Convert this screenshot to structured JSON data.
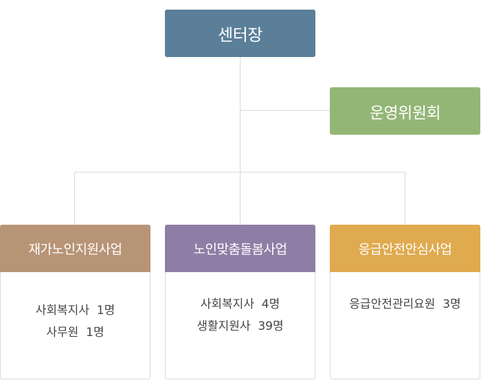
{
  "org": {
    "head": "센터장",
    "committee": "운영위원회",
    "departments": [
      {
        "title": "재가노인지원사업",
        "color": "#b89477",
        "staff": [
          "사회복지사  1명",
          "사무원  1명"
        ]
      },
      {
        "title": "노인맞춤돌봄사업",
        "color": "#8e7ea6",
        "staff": [
          "사회복지사  4명",
          "생활지원사  39명"
        ]
      },
      {
        "title": "응급안전안심사업",
        "color": "#e0aa4f",
        "staff": [
          "응급안전관리요원  3명"
        ]
      }
    ]
  },
  "colors": {
    "head": "#5b7f98",
    "committee": "#93b676",
    "line": "#d9d9d9"
  }
}
